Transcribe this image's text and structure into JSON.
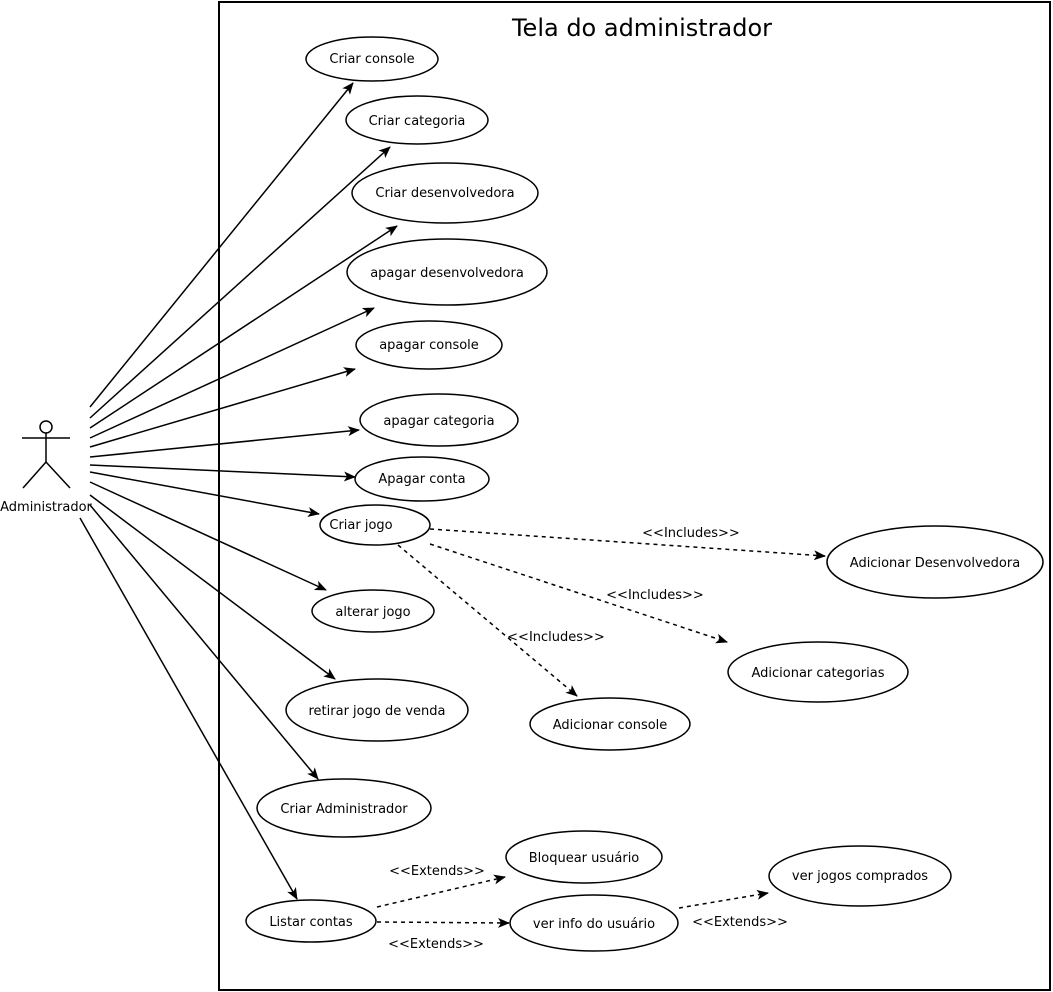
{
  "system": {
    "title": "Tela do administrador"
  },
  "actor": {
    "name": "Administrador"
  },
  "use_cases": [
    {
      "id": "criar-console",
      "label": "Criar console"
    },
    {
      "id": "criar-categoria",
      "label": "Criar categoria"
    },
    {
      "id": "criar-desenvolvedora",
      "label": "Criar desenvolvedora"
    },
    {
      "id": "apagar-desenvolvedora",
      "label": "apagar desenvolvedora"
    },
    {
      "id": "apagar-console",
      "label": "apagar console"
    },
    {
      "id": "apagar-categoria",
      "label": "apagar categoria"
    },
    {
      "id": "apagar-conta",
      "label": "Apagar conta"
    },
    {
      "id": "criar-jogo",
      "label": "Criar jogo"
    },
    {
      "id": "alterar-jogo",
      "label": "alterar jogo"
    },
    {
      "id": "retirar-jogo",
      "label": "retirar jogo de venda"
    },
    {
      "id": "criar-admin",
      "label": "Criar Administrador"
    },
    {
      "id": "listar-contas",
      "label": "Listar contas"
    },
    {
      "id": "adicionar-desenvolvedora",
      "label": "Adicionar Desenvolvedora"
    },
    {
      "id": "adicionar-categorias",
      "label": "Adicionar categorias"
    },
    {
      "id": "adicionar-console",
      "label": "Adicionar console"
    },
    {
      "id": "bloquear-usuario",
      "label": "Bloquear usuário"
    },
    {
      "id": "ver-info-usuario",
      "label": "ver info do usuário"
    },
    {
      "id": "ver-jogos-comprados",
      "label": "ver jogos comprados"
    }
  ],
  "relationships": [
    {
      "from": "criar-jogo",
      "to": "adicionar-desenvolvedora",
      "label": "<<Includes>>"
    },
    {
      "from": "criar-jogo",
      "to": "adicionar-categorias",
      "label": "<<Includes>>"
    },
    {
      "from": "criar-jogo",
      "to": "adicionar-console",
      "label": "<<Includes>>"
    },
    {
      "from": "listar-contas",
      "to": "bloquear-usuario",
      "label": "<<Extends>>"
    },
    {
      "from": "listar-contas",
      "to": "ver-info-usuario",
      "label": "<<Extends>>"
    },
    {
      "from": "ver-info-usuario",
      "to": "ver-jogos-comprados",
      "label": "<<Extends>>"
    }
  ]
}
